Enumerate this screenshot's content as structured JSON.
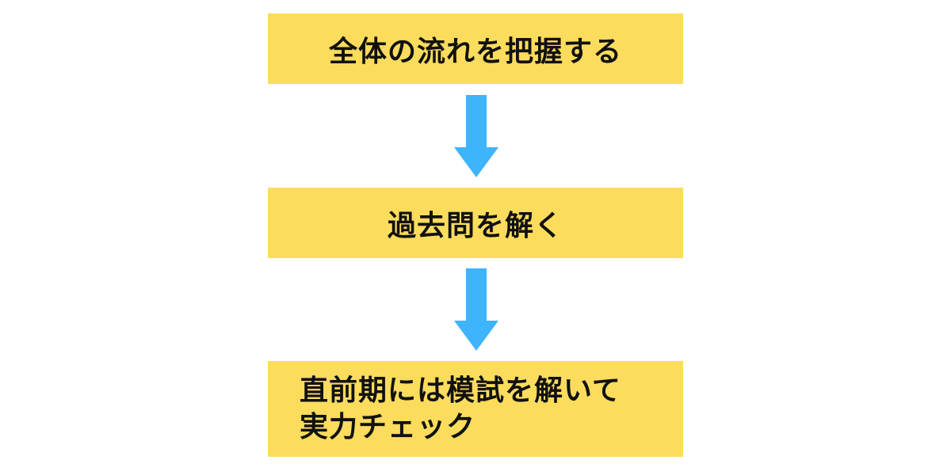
{
  "colors": {
    "box": "#fcdc5c",
    "arrow": "#3eb4fc",
    "text": "#111111"
  },
  "flow": {
    "steps": [
      {
        "label": "全体の流れを把握する"
      },
      {
        "label": "過去問を解く"
      },
      {
        "label_line1": "直前期には模試を解いて",
        "label_line2": "実力チェック"
      }
    ],
    "arrow_icon": "down-arrow-icon"
  }
}
